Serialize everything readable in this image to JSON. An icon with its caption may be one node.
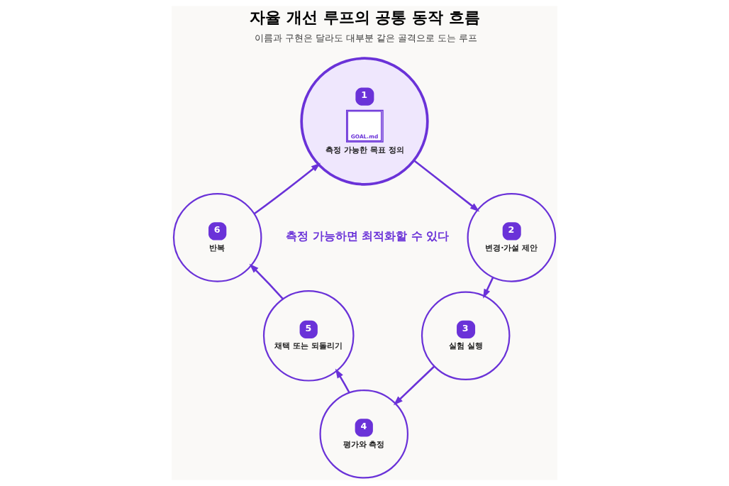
{
  "diagram": {
    "title": "자율 개선 루프의 공통 동작 흐름",
    "nodes": [
      {
        "text": [
          "1",
          "GOAL.md",
          "측정 가능한 목표 정의"
        ]
      },
      {
        "text": [
          "2",
          "변경·가설 제안"
        ]
      },
      {
        "text": [
          "3",
          "실험 실행"
        ]
      },
      {
        "text": [
          "4",
          "평가와 측정"
        ]
      },
      {
        "text": [
          "5",
          "채택 또는 되돌리기"
        ]
      },
      {
        "text": [
          "6",
          "반복"
        ]
      }
    ],
    "edges": [
      {
        "from": 0,
        "to": 1,
        "arrow": "to"
      },
      {
        "from": 1,
        "to": 2,
        "arrow": "to"
      },
      {
        "from": 2,
        "to": 3,
        "arrow": "to"
      },
      {
        "from": 3,
        "to": 4,
        "arrow": "to"
      },
      {
        "from": 4,
        "to": 5,
        "arrow": "to"
      },
      {
        "from": 5,
        "to": 0,
        "arrow": "to"
      }
    ],
    "labels": [
      "이름과 구현은 달라도 대부분 같은 골격으로 도는 루프",
      "측정 가능하면 최적화할 수 있다"
    ]
  }
}
